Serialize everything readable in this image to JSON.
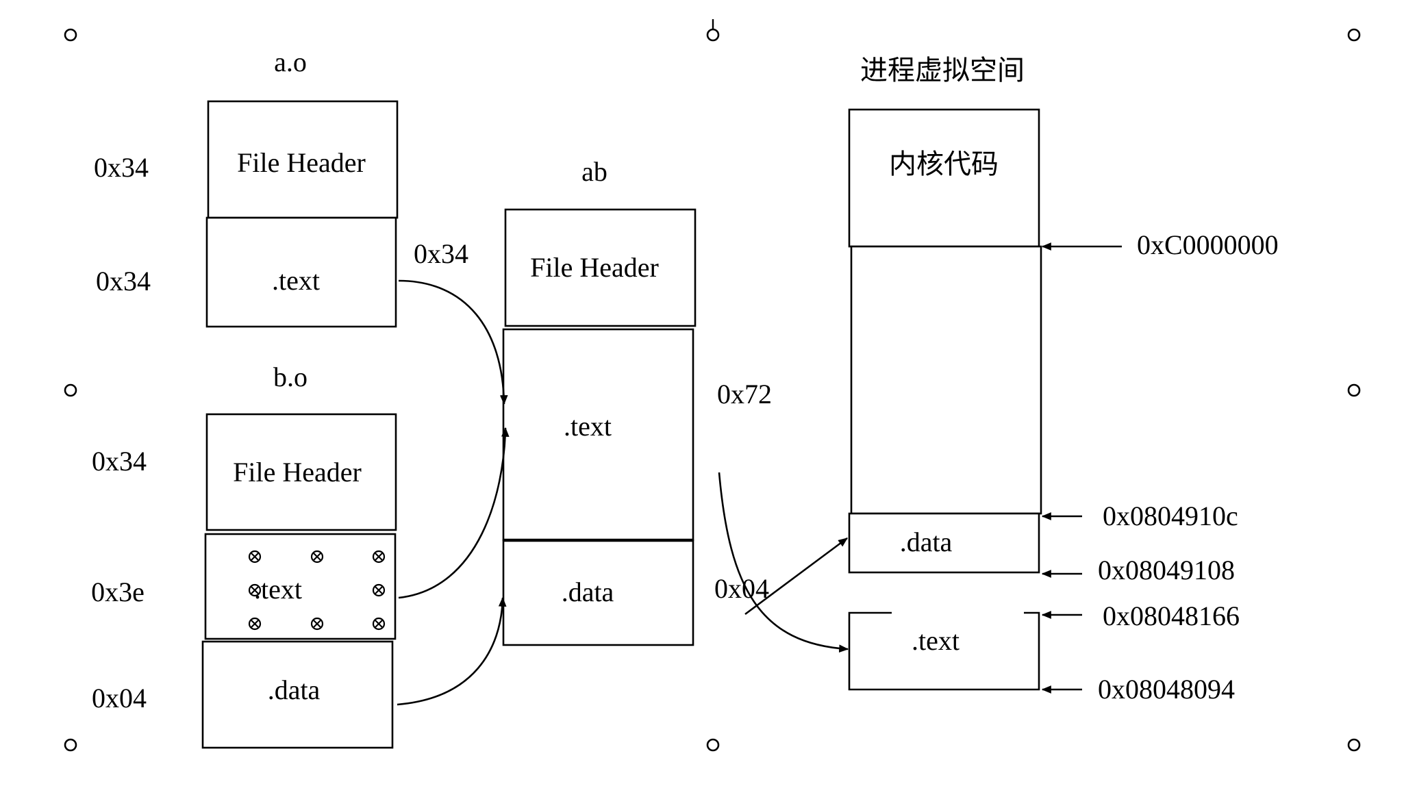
{
  "a_o": {
    "title": "a.o",
    "header_label": "File Header",
    "header_size": "0x34",
    "text_label": ".text",
    "text_size": "0x34"
  },
  "b_o": {
    "title": "b.o",
    "header_label": "File Header",
    "header_size": "0x34",
    "text_label": ".text",
    "text_size": "0x3e",
    "data_label": ".data",
    "data_size": "0x04"
  },
  "ab": {
    "title": "ab",
    "header_label": "File Header",
    "text_label": ".text",
    "data_label": ".data",
    "text_offset": "0x34",
    "text_size": "0x72",
    "data_size": "0x04"
  },
  "process": {
    "title": "进程虚拟空间",
    "kernel_label": "内核代码",
    "data_label": ".data",
    "text_label": ".text",
    "addresses": {
      "kernel_start": "0xC0000000",
      "data_end": "0x0804910c",
      "data_start": "0x08049108",
      "text_end": "0x08048166",
      "text_start": "0x08048094"
    }
  }
}
